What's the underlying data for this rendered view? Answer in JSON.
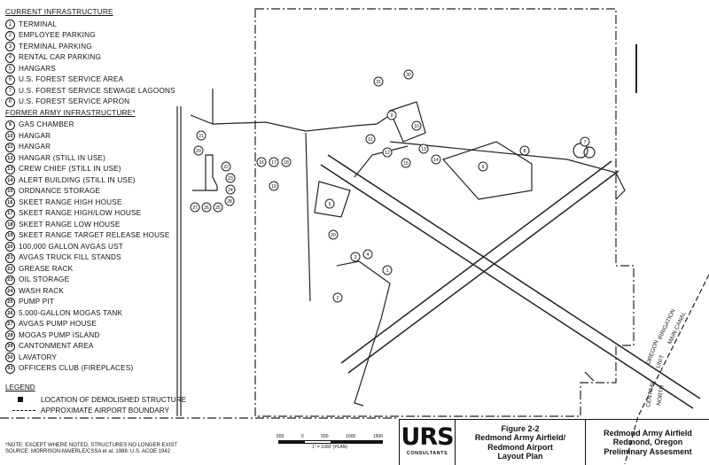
{
  "legend": {
    "current_header": "CURRENT INFRASTRUCTURE",
    "current": [
      {
        "n": "1",
        "label": "TERMINAL"
      },
      {
        "n": "2",
        "label": "EMPLOYEE PARKING"
      },
      {
        "n": "3",
        "label": "TERMINAL PARKING"
      },
      {
        "n": "4",
        "label": "RENTAL CAR PARKING"
      },
      {
        "n": "5",
        "label": "HANGARS"
      },
      {
        "n": "6",
        "label": "U.S. FOREST SERVICE AREA"
      },
      {
        "n": "7",
        "label": "U.S. FOREST SERVICE SEWAGE LAGOONS"
      },
      {
        "n": "8",
        "label": "U.S. FOREST SERVICE APRON"
      }
    ],
    "former_header": "FORMER ARMY INFRASTRUCTURE*",
    "former": [
      {
        "n": "9",
        "label": "GAS CHAMBER"
      },
      {
        "n": "10",
        "label": "HANGAR"
      },
      {
        "n": "11",
        "label": "HANGAR"
      },
      {
        "n": "12",
        "label": "HANGAR (STILL IN USE)"
      },
      {
        "n": "13",
        "label": "CREW CHIEF (STILL IN USE)"
      },
      {
        "n": "14",
        "label": "ALERT BUILDING (STILL IN USE)"
      },
      {
        "n": "15",
        "label": "ORDNANCE STORAGE"
      },
      {
        "n": "16",
        "label": "SKEET RANGE HIGH HOUSE"
      },
      {
        "n": "17",
        "label": "SKEET RANGE HIGH/LOW HOUSE"
      },
      {
        "n": "18",
        "label": "SKEET RANGE LOW HOUSE"
      },
      {
        "n": "19",
        "label": "SKEET RANGE TARGET RELEASE HOUSE"
      },
      {
        "n": "20",
        "label": "100,000 GALLON AVGAS UST"
      },
      {
        "n": "21",
        "label": "AVGAS TRUCK FILL STANDS"
      },
      {
        "n": "22",
        "label": "GREASE RACK"
      },
      {
        "n": "23",
        "label": "OIL STORAGE"
      },
      {
        "n": "24",
        "label": "WASH RACK"
      },
      {
        "n": "25",
        "label": "PUMP PIT"
      },
      {
        "n": "26",
        "label": "5,000-GALLON MOGAS TANK"
      },
      {
        "n": "27",
        "label": "AVGAS PUMP HOUSE"
      },
      {
        "n": "28",
        "label": "MOGAS PUMP ISLAND"
      },
      {
        "n": "29",
        "label": "CANTONMENT AREA"
      },
      {
        "n": "30",
        "label": "LAVATORY"
      },
      {
        "n": "31",
        "label": "OFFICERS CLUB (FIREPLACES)"
      }
    ]
  },
  "key": {
    "header": "LEGEND",
    "demolished": "LOCATION OF DEMOLISHED STRUCTURE",
    "boundary": "APPROXIMATE AIRPORT BOUNDARY"
  },
  "note": {
    "line1": "*NOTE: EXCEPT WHERE NOTED, STRUCTURES NO LONGER EXIST",
    "line2": "SOURCE: MORRISON-MAIERLE/CSSA et al. 1988; U.S. ACOE 1942"
  },
  "map": {
    "canal_labels": [
      "IRRIGATION",
      "MAIN CANAL",
      "OREGON",
      "UNIT",
      "CENTRAL",
      "NORTH"
    ],
    "markers": [
      "1",
      "2",
      "3",
      "4",
      "5",
      "6",
      "7",
      "8",
      "9",
      "10",
      "11",
      "12",
      "13",
      "14",
      "15",
      "16",
      "17",
      "18",
      "19",
      "20",
      "21",
      "22",
      "23",
      "24",
      "25",
      "26",
      "27",
      "28",
      "29",
      "30",
      "31"
    ]
  },
  "scale": {
    "ticks": [
      "500",
      "0",
      "500",
      "1000",
      "1500"
    ],
    "caption": "1\" = 1000' (PLAN)"
  },
  "title_block": {
    "logo": "URS",
    "logo_sub": "CONSULTANTS",
    "figure": "Figure 2-2",
    "fig_line1": "Redmond Army Airfield/",
    "fig_line2": "Redmond Airport",
    "fig_line3": "Layout Plan",
    "proj_line1": "Redmond Army Airfield",
    "proj_line2": "Redmond, Oregon",
    "proj_line3": "Preliminary Assesment"
  }
}
